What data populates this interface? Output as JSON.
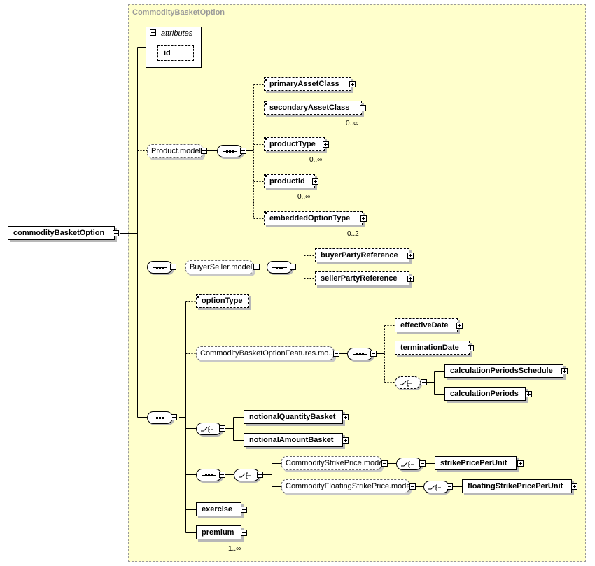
{
  "frame": {
    "title": "CommodityBasketOption"
  },
  "attributes": {
    "label": "attributes",
    "id_label": "id"
  },
  "root": {
    "label": "commodityBasketOption"
  },
  "nodes": {
    "primaryAssetClass": "primaryAssetClass",
    "secondaryAssetClass": "secondaryAssetClass",
    "productType": "productType",
    "productId": "productId",
    "embeddedOptionType": "embeddedOptionType",
    "productModel": "Product.model",
    "buyerSellerModel": "BuyerSeller.model",
    "buyerPartyReference": "buyerPartyReference",
    "sellerPartyReference": "sellerPartyReference",
    "optionType": "optionType",
    "featuresModel": "CommodityBasketOptionFeatures.mo...",
    "effectiveDate": "effectiveDate",
    "terminationDate": "terminationDate",
    "calculationPeriodsSchedule": "calculationPeriodsSchedule",
    "calculationPeriods": "calculationPeriods",
    "notionalQuantityBasket": "notionalQuantityBasket",
    "notionalAmountBasket": "notionalAmountBasket",
    "strikePriceModel": "CommodityStrikePrice.model",
    "strikePricePerUnit": "strikePricePerUnit",
    "floatingStrikePriceModel": "CommodityFloatingStrikePrice.model",
    "floatingStrikePricePerUnit": "floatingStrikePricePerUnit",
    "exercise": "exercise",
    "premium": "premium"
  },
  "cardinality": {
    "secondaryAssetClass": "0..∞",
    "productType": "0..∞",
    "productId": "0..∞",
    "embeddedOptionType": "0..2",
    "premium": "1..∞"
  }
}
